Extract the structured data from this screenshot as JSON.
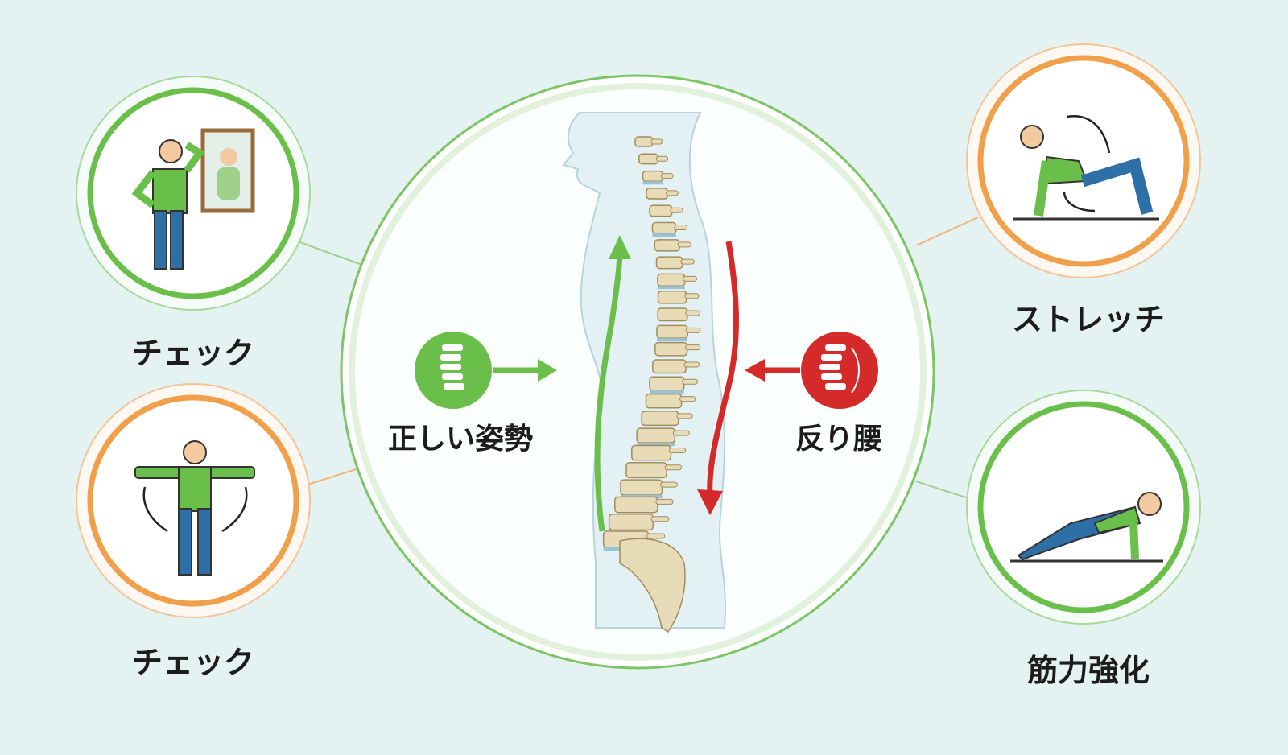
{
  "labels": {
    "check_top": "チェック",
    "check_bottom": "チェック",
    "stretch": "ストレッチ",
    "strength": "筋力強化",
    "good_posture": "正しい姿勢",
    "sway_back": "反り腰"
  },
  "colors": {
    "background": "#e4f3f1",
    "green": "#6abf4b",
    "orange": "#f0a04b",
    "red": "#d42a2a",
    "spine": "#e8dcb8",
    "disc": "#9cc3d5"
  }
}
